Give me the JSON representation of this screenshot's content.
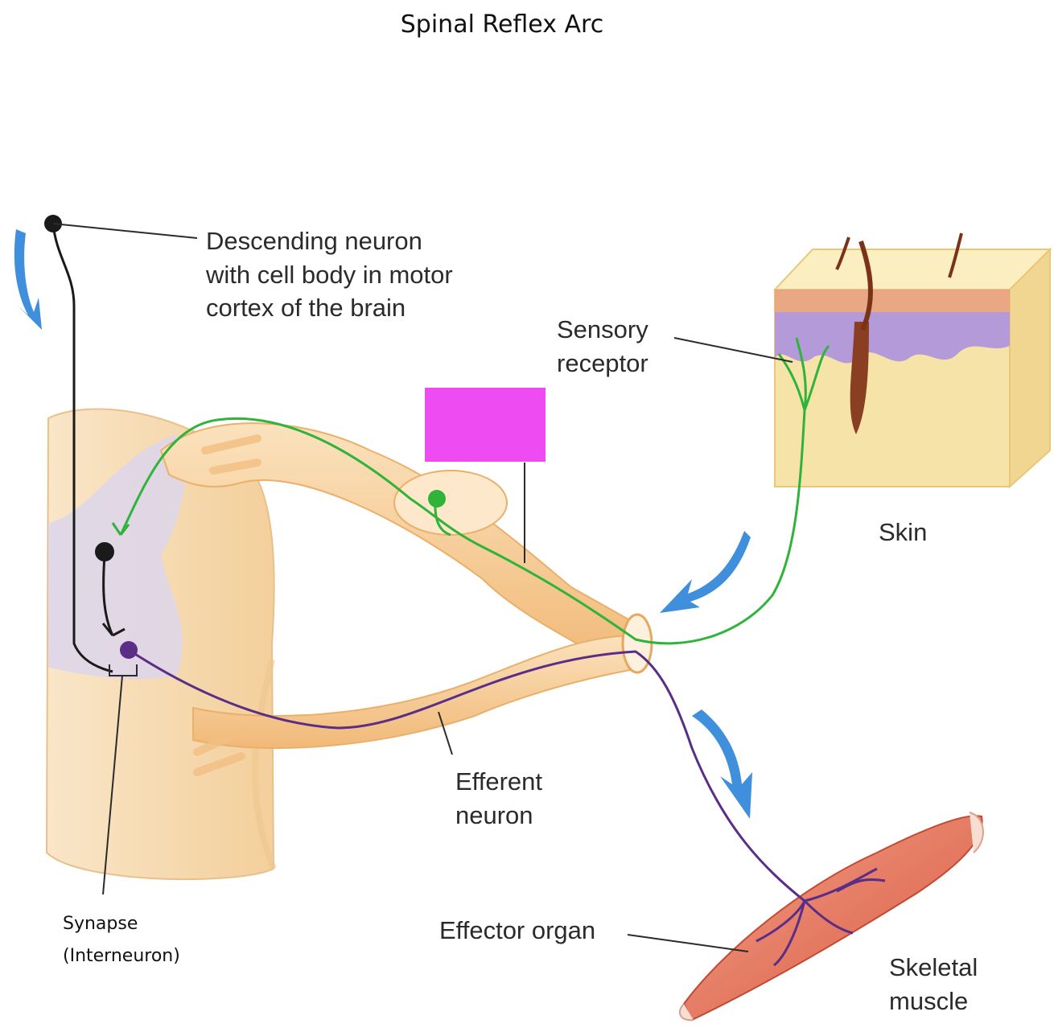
{
  "title": "Spinal Reflex Arc",
  "labels": {
    "descending": [
      "Descending neuron",
      "with cell body in motor",
      "cortex of the brain"
    ],
    "sensory_receptor": [
      "Sensory",
      "receptor"
    ],
    "skin": "Skin",
    "efferent": [
      "Efferent",
      "neuron"
    ],
    "effector_organ": "Effector organ",
    "skeletal_muscle": [
      "Skeletal",
      "muscle"
    ],
    "synapse": [
      "Synapse",
      "(Interneuron)"
    ]
  },
  "colors": {
    "afferent_neuron": "#2fb33a",
    "efferent_neuron": "#5a2d86",
    "descending_neuron": "#1a1a1a",
    "arrow": "#3f8fdc",
    "hidden_label_box": "#ee4cf2",
    "spinal_cord": "#fbe9cf",
    "nerve": "#f6c98e",
    "muscle": "#e06a52",
    "skin": "#f6e3a8",
    "epidermis_purple": "#b49ad8"
  }
}
